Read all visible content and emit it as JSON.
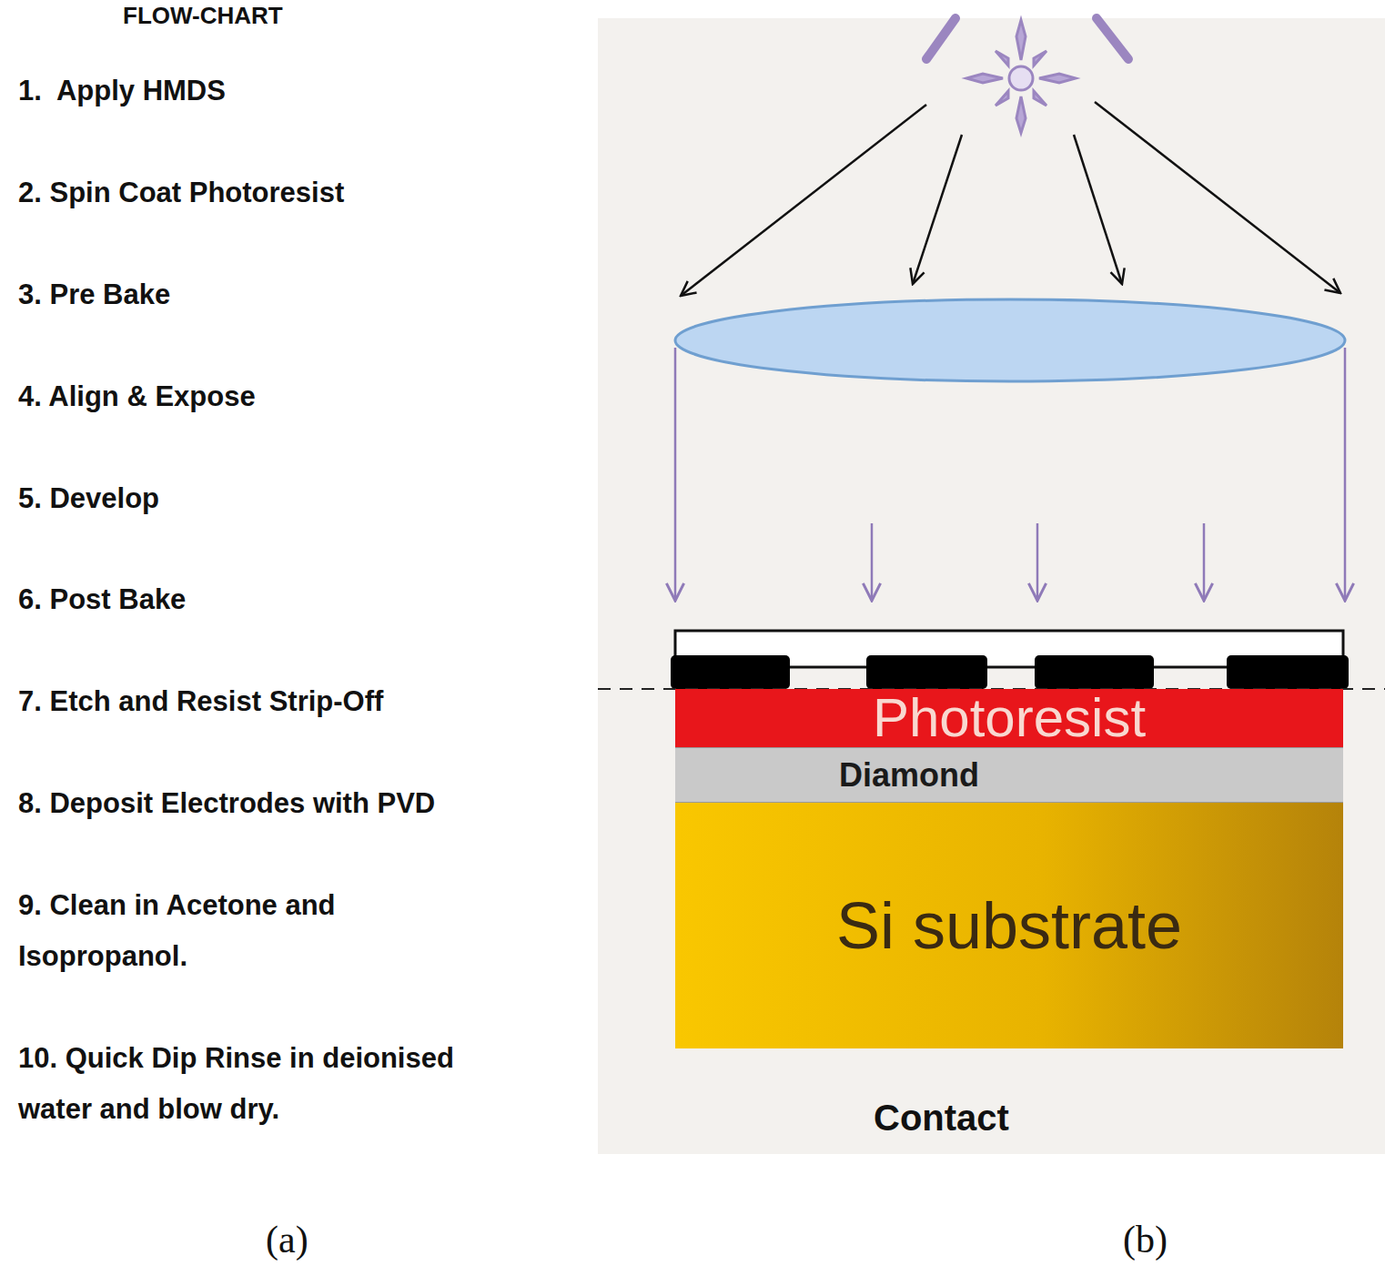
{
  "diagram": {
    "title": "FLOW-CHART",
    "nodes": [
      {
        "text": [
          "Photoresist"
        ]
      },
      {
        "text": [
          "Diamond"
        ]
      },
      {
        "text": [
          "Si substrate"
        ]
      }
    ],
    "labels": [
      "1.  Apply HMDS",
      "2. Spin Coat Photoresist",
      "3. Pre Bake",
      "4. Align & Expose",
      "5. Develop",
      "6. Post Bake",
      "7. Etch and Resist Strip-Off",
      "8. Deposit Electrodes with PVD",
      "9. Clean in Acetone and Isopropanol.",
      "10. Quick Dip Rinse in deionised water and blow dry.",
      "Contact",
      "(a)",
      "(b)"
    ]
  }
}
